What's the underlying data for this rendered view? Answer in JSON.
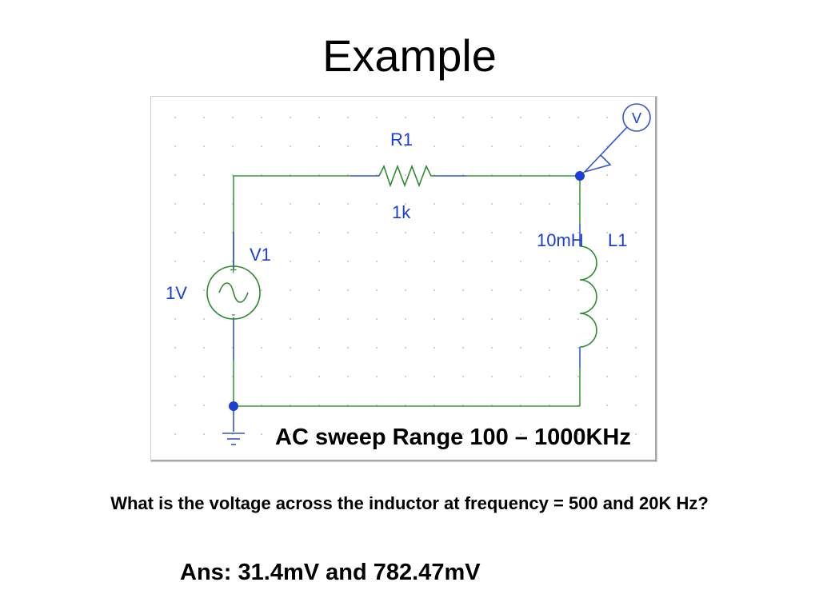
{
  "slide": {
    "title": "Example",
    "question": "What is the voltage across the inductor at frequency = 500 and 20K Hz?",
    "answer": "Ans: 31.4mV and 782.47mV"
  },
  "circuit": {
    "resistor": {
      "ref": "R1",
      "value": "1k"
    },
    "inductor": {
      "ref": "L1",
      "value": "10mH"
    },
    "source": {
      "ref": "V1",
      "value": "1V",
      "plus": "+",
      "minus": "-"
    },
    "probe": {
      "label": "V"
    },
    "sweep_note": "AC sweep Range 100 – 1000KHz"
  },
  "colors": {
    "wire": "#3a9a3a",
    "component": "#2e8b2e",
    "lead": "#3355cc",
    "label": "#1a3fd6",
    "node": "#1a3fd6",
    "grid_dot": "#b0b0b0"
  }
}
